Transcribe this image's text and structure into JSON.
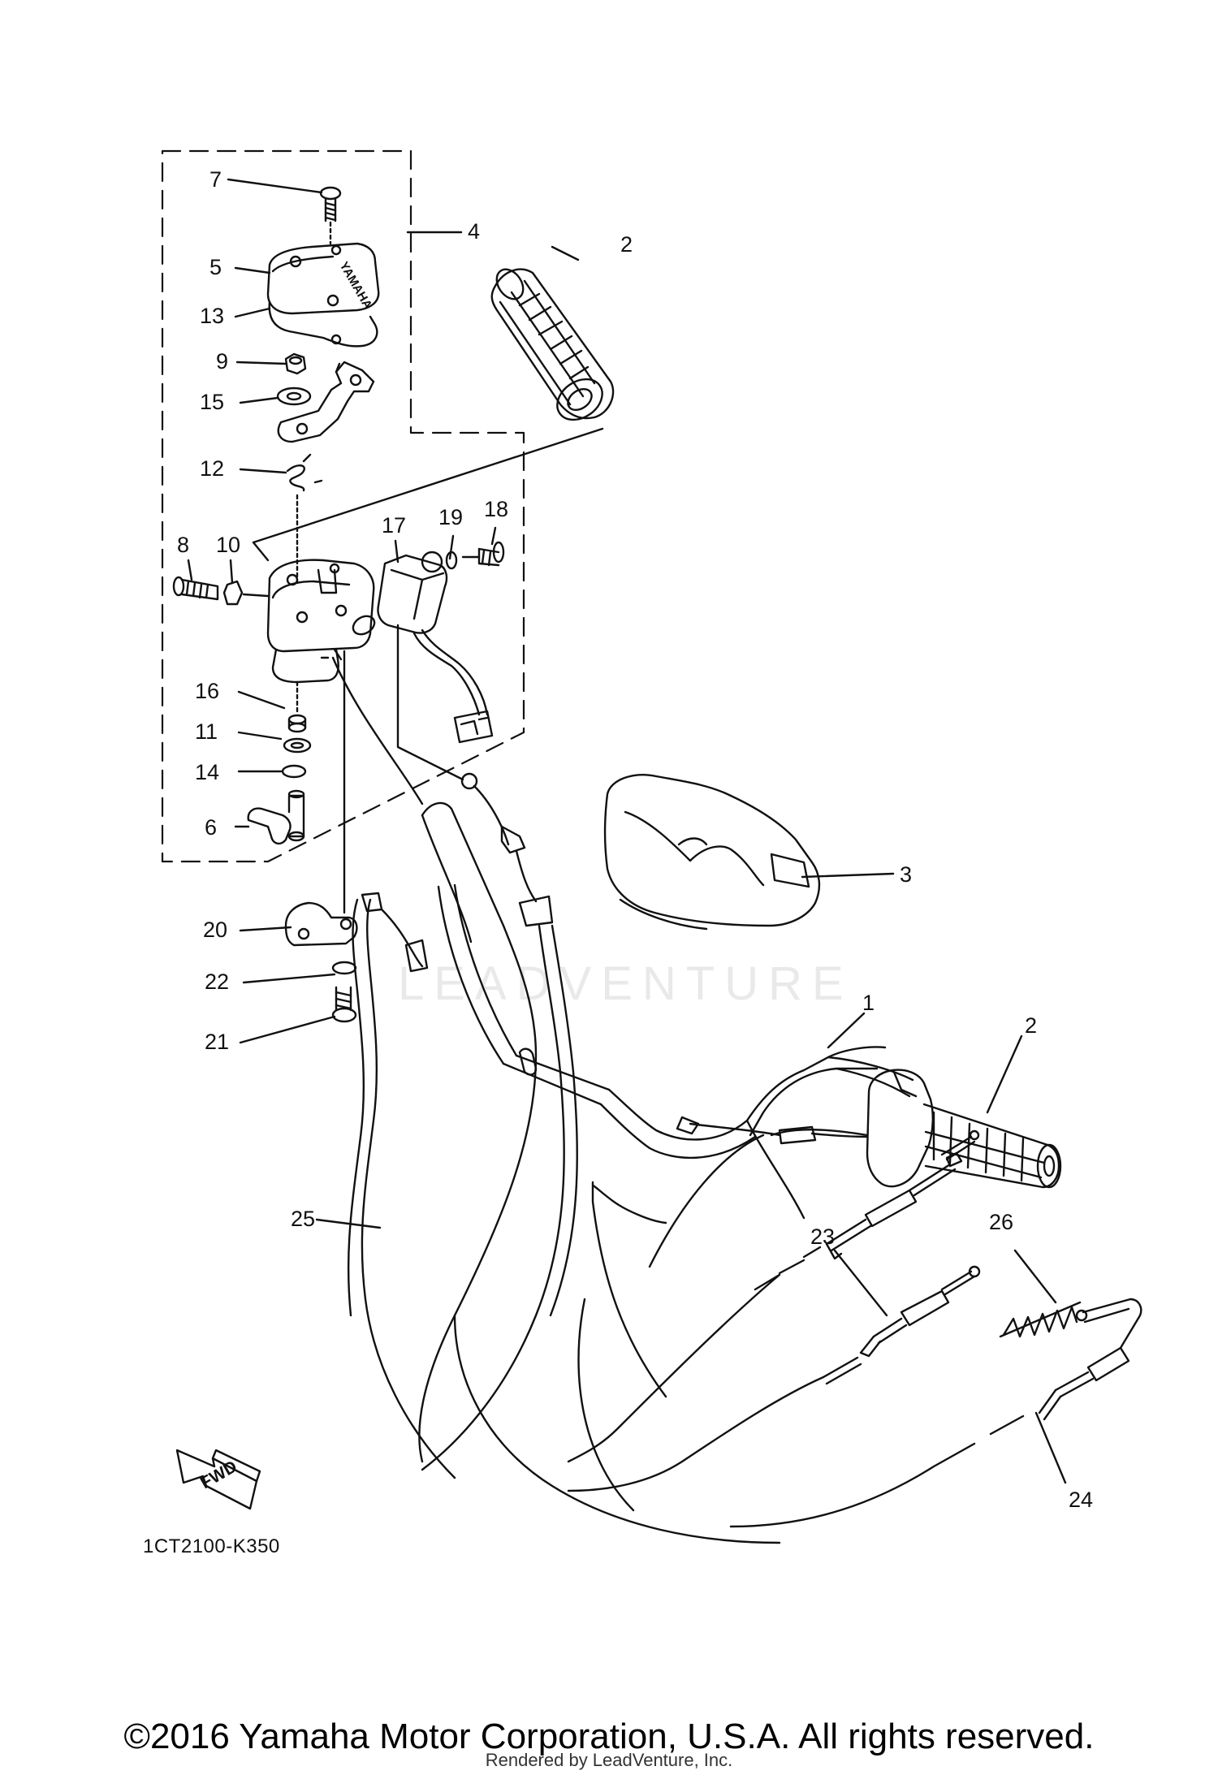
{
  "labels": [
    {
      "id": "7",
      "text": "7"
    },
    {
      "id": "4",
      "text": "4"
    },
    {
      "id": "5",
      "text": "5"
    },
    {
      "id": "13",
      "text": "13"
    },
    {
      "id": "9",
      "text": "9"
    },
    {
      "id": "15",
      "text": "15"
    },
    {
      "id": "12",
      "text": "12"
    },
    {
      "id": "2a",
      "text": "2"
    },
    {
      "id": "17",
      "text": "17"
    },
    {
      "id": "19",
      "text": "19"
    },
    {
      "id": "18",
      "text": "18"
    },
    {
      "id": "8",
      "text": "8"
    },
    {
      "id": "10",
      "text": "10"
    },
    {
      "id": "16",
      "text": "16"
    },
    {
      "id": "11",
      "text": "11"
    },
    {
      "id": "14",
      "text": "14"
    },
    {
      "id": "6",
      "text": "6"
    },
    {
      "id": "3",
      "text": "3"
    },
    {
      "id": "20",
      "text": "20"
    },
    {
      "id": "22",
      "text": "22"
    },
    {
      "id": "21",
      "text": "21"
    },
    {
      "id": "1",
      "text": "1"
    },
    {
      "id": "2b",
      "text": "2"
    },
    {
      "id": "25",
      "text": "25"
    },
    {
      "id": "23",
      "text": "23"
    },
    {
      "id": "26",
      "text": "26"
    },
    {
      "id": "24",
      "text": "24"
    }
  ],
  "diagram_code": "1CT2100-K350",
  "fwd_label": "FWD",
  "cover_logo": "YAMAHA",
  "watermark": "LEADVENTURE",
  "copyright": "©2016 Yamaha Motor Corporation, U.S.A. All rights reserved.",
  "rendered_by": "Rendered by LeadVenture, Inc."
}
